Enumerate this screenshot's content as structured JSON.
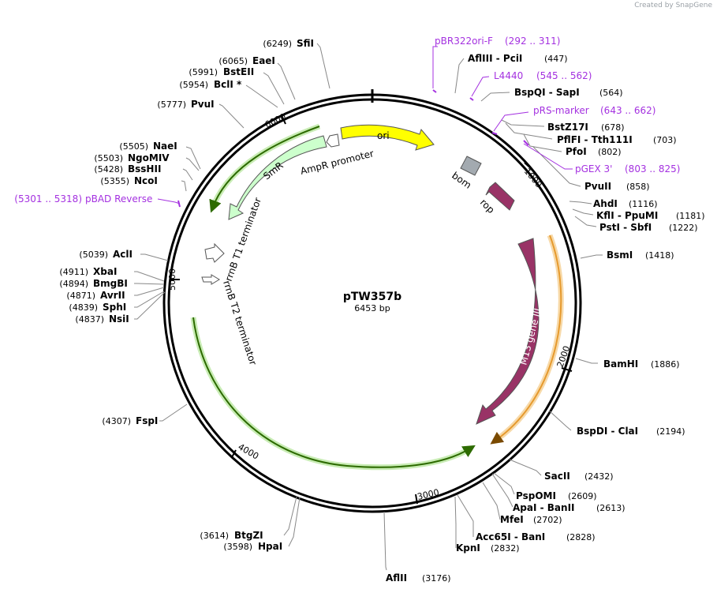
{
  "credit": "Created by SnapGene",
  "plasmid": {
    "name": "pTW357b",
    "size": "6453 bp"
  },
  "ticks": [
    "1000",
    "2000",
    "3000",
    "4000",
    "5000",
    "6000"
  ],
  "sites": [
    {
      "name": "SfiI",
      "pos": "(6249)"
    },
    {
      "name": "EaeI",
      "pos": "(6065)"
    },
    {
      "name": "BstEII",
      "pos": "(5991)"
    },
    {
      "name": "BclI *",
      "pos": "(5954)"
    },
    {
      "name": "PvuI",
      "pos": "(5777)"
    },
    {
      "name": "NaeI",
      "pos": "(5505)"
    },
    {
      "name": "NgoMIV",
      "pos": "(5503)"
    },
    {
      "name": "BssHII",
      "pos": "(5428)"
    },
    {
      "name": "NcoI",
      "pos": "(5355)"
    },
    {
      "name": "AclI",
      "pos": "(5039)"
    },
    {
      "name": "XbaI",
      "pos": "(4911)"
    },
    {
      "name": "BmgBI",
      "pos": "(4894)"
    },
    {
      "name": "AvrII",
      "pos": "(4871)"
    },
    {
      "name": "SphI",
      "pos": "(4839)"
    },
    {
      "name": "NsiI",
      "pos": "(4837)"
    },
    {
      "name": "FspI",
      "pos": "(4307)"
    },
    {
      "name": "BtgZI",
      "pos": "(3614)"
    },
    {
      "name": "HpaI",
      "pos": "(3598)"
    },
    {
      "name": "AflII",
      "pos": "(3176)"
    },
    {
      "name": "AflIII  - PciI",
      "pos": "(447)"
    },
    {
      "name": "BspQI  - SapI",
      "pos": "(564)"
    },
    {
      "name": "BstZ17I",
      "pos": "(678)"
    },
    {
      "name": "PflFI  - Tth111I",
      "pos": "(703)"
    },
    {
      "name": "PfoI",
      "pos": "(802)"
    },
    {
      "name": "PvuII",
      "pos": "(858)"
    },
    {
      "name": "AhdI",
      "pos": "(1116)"
    },
    {
      "name": "KflI  - PpuMI",
      "pos": "(1181)"
    },
    {
      "name": "PstI  - SbfI",
      "pos": "(1222)"
    },
    {
      "name": "BsmI",
      "pos": "(1418)"
    },
    {
      "name": "BamHI",
      "pos": "(1886)"
    },
    {
      "name": "BspDI  - ClaI",
      "pos": "(2194)"
    },
    {
      "name": "SacII",
      "pos": "(2432)"
    },
    {
      "name": "PspOMI",
      "pos": "(2609)"
    },
    {
      "name": "ApaI  - BanII",
      "pos": "(2613)"
    },
    {
      "name": "MfeI",
      "pos": "(2702)"
    },
    {
      "name": "Acc65I  - BanI",
      "pos": "(2828)"
    },
    {
      "name": "KpnI",
      "pos": "(2832)"
    }
  ],
  "primers": [
    {
      "name": "pBR322ori-F",
      "range": "(292 .. 311)"
    },
    {
      "name": "L4440",
      "range": "(545 .. 562)"
    },
    {
      "name": "pRS-marker",
      "range": "(643 .. 662)"
    },
    {
      "name": "pGEX 3'",
      "range": "(803 .. 825)"
    },
    {
      "name": "pBAD Reverse",
      "range": "(5301 .. 5318)"
    }
  ],
  "features": {
    "ori": "ori",
    "bom": "bom",
    "rop": "rop",
    "m13": "M13 gene III",
    "smr": "SmR",
    "ampr": "AmpR promoter",
    "t1": "rrnB T1 terminator",
    "t2": "rrnB T2 terminator"
  },
  "colors": {
    "ori": "#ffff00",
    "bom": "#a3aab0",
    "rop": "#993366",
    "m13": "#993366",
    "smr": "#ccffcc",
    "green_line": "#33aa00",
    "orange_line": "#e69a2e",
    "primer": "#a431e0"
  }
}
